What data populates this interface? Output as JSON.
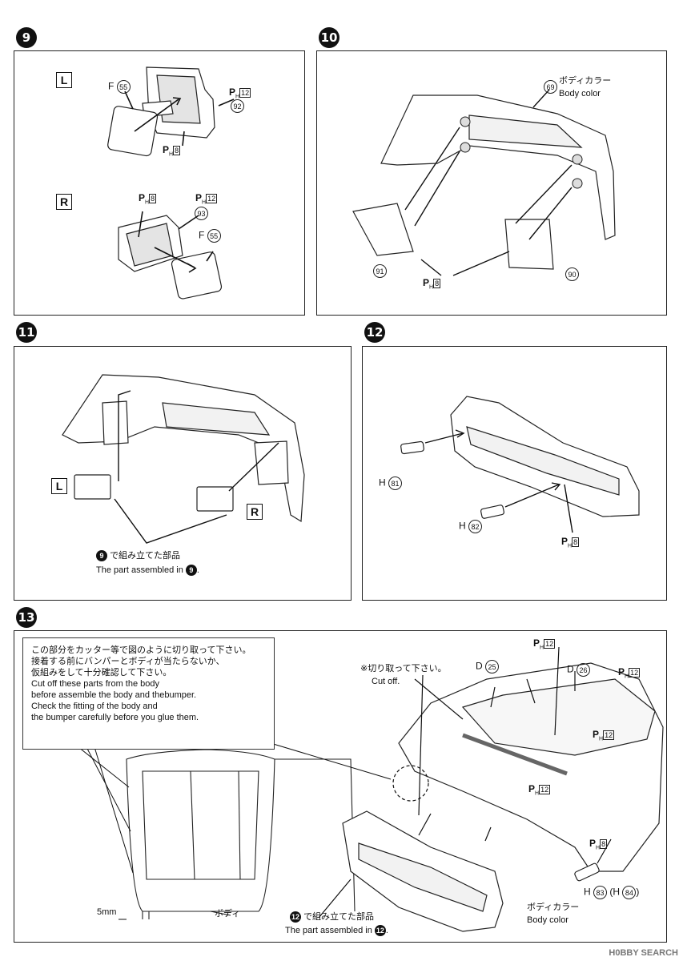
{
  "steps": {
    "s9": {
      "number": "9",
      "left_badge": "L",
      "right_badge": "R",
      "labels": {
        "f55_left_prefix": "F",
        "f55_left_num": "55",
        "ph12_left_p": "P",
        "ph12_left_h": "H",
        "ph12_left_num": "12",
        "p92": "92",
        "ph8_left_p": "P",
        "ph8_left_h": "H",
        "ph8_left_num": "8",
        "ph8_right_p": "P",
        "ph8_right_h": "H",
        "ph8_right_num": "8",
        "ph12_right_p": "P",
        "ph12_right_h": "H",
        "ph12_right_num": "12",
        "p93": "93",
        "f55_right_prefix": "F",
        "f55_right_num": "55"
      }
    },
    "s10": {
      "number": "10",
      "p69": "69",
      "body_color_jp": "ボディカラー",
      "body_color_en": "Body color",
      "p91": "91",
      "p90": "90",
      "ph8_p": "P",
      "ph8_h": "H",
      "ph8_num": "8"
    },
    "s11": {
      "number": "11",
      "left_badge": "L",
      "right_badge": "R",
      "ref_num": "9",
      "ref_text_jp": "で組み立てた部品",
      "ref_text_en": "The part assembled in",
      "ref_text_end": "."
    },
    "s12": {
      "number": "12",
      "h81_prefix": "H",
      "h81_num": "81",
      "h82_prefix": "H",
      "h82_num": "82",
      "ph8_p": "P",
      "ph8_h": "H",
      "ph8_num": "8"
    },
    "s13": {
      "number": "13",
      "note_jp_1": "この部分をカッター等で図のように切り取って下さい。",
      "note_jp_2": "接着する前にバンパーとボディが当たらないか、",
      "note_jp_3": "仮組みをして十分確認して下さい。",
      "note_en_1": "Cut off these parts from the body",
      "note_en_2": "before assemble the body and thebumper.",
      "note_en_3": "Check the fitting of the body and",
      "note_en_4": "the bumper carefully before you glue them.",
      "dim_5mm": "5mm",
      "body_jp": "ボディ",
      "cut_jp": "※切り取って下さい。",
      "cut_en": "Cut off.",
      "d25_prefix": "D",
      "d25_num": "25",
      "d26_prefix": "D",
      "d26_num": "26",
      "ph12_a_p": "P",
      "ph12_a_h": "H",
      "ph12_a_num": "12",
      "ph12_b_p": "P",
      "ph12_b_h": "H",
      "ph12_b_num": "12",
      "ph12_c_p": "P",
      "ph12_c_h": "H",
      "ph12_c_num": "12",
      "ph12_d_p": "P",
      "ph12_d_h": "H",
      "ph12_d_num": "12",
      "ph8_p": "P",
      "ph8_h": "H",
      "ph8_num": "8",
      "h83_prefix": "H",
      "h83_num": "83",
      "h84_open": "(H",
      "h84_num": "84",
      "h84_close": ")",
      "body_color_jp": "ボディカラー",
      "body_color_en": "Body color",
      "ref_num": "12",
      "ref_text_jp": "で組み立てた部品",
      "ref_text_en": "The part assembled in",
      "ref_text_end": "."
    }
  },
  "watermark": "H0BBY SEARCH"
}
